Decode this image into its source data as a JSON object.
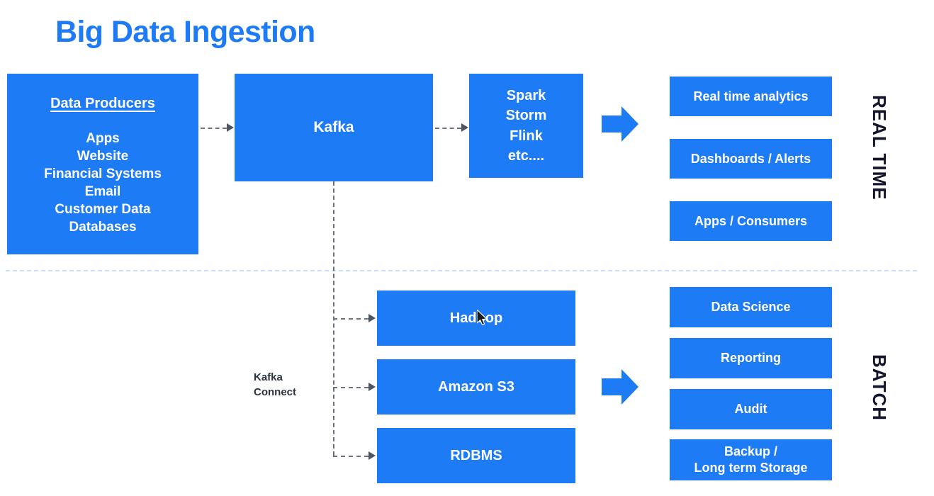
{
  "page": {
    "title": "Big Data Ingestion",
    "accent_color": "#1E7BF6",
    "box_text_color": "#FFFFFF",
    "label_color": "#14142B",
    "connector_color": "#6B7280",
    "divider_color": "#C8DDF8"
  },
  "producers": {
    "heading": "Data Producers",
    "items": [
      "Apps",
      "Website",
      "Financial Systems",
      "Email",
      "Customer Data",
      "Databases"
    ]
  },
  "kafka": {
    "label": "Kafka"
  },
  "stream_processing": {
    "lines": [
      "Spark",
      "Storm",
      "Flink",
      "etc...."
    ]
  },
  "realtime": {
    "section_label": "REAL TIME",
    "outputs": [
      "Real time analytics",
      "Dashboards / Alerts",
      "Apps / Consumers"
    ]
  },
  "batch": {
    "section_label": "BATCH",
    "connector_label_line1": "Kafka",
    "connector_label_line2": "Connect",
    "stores": [
      "Hadoop",
      "Amazon S3",
      "RDBMS"
    ],
    "outputs": [
      {
        "line1": "Data Science",
        "line2": ""
      },
      {
        "line1": "Reporting",
        "line2": ""
      },
      {
        "line1": "Audit",
        "line2": ""
      },
      {
        "line1": "Backup /",
        "line2": "Long term Storage"
      }
    ]
  },
  "icons": {
    "block_arrow": "block-arrow-right-icon",
    "cursor": "mouse-pointer-icon",
    "flow_arrow": "dashed-arrow-right-icon"
  }
}
